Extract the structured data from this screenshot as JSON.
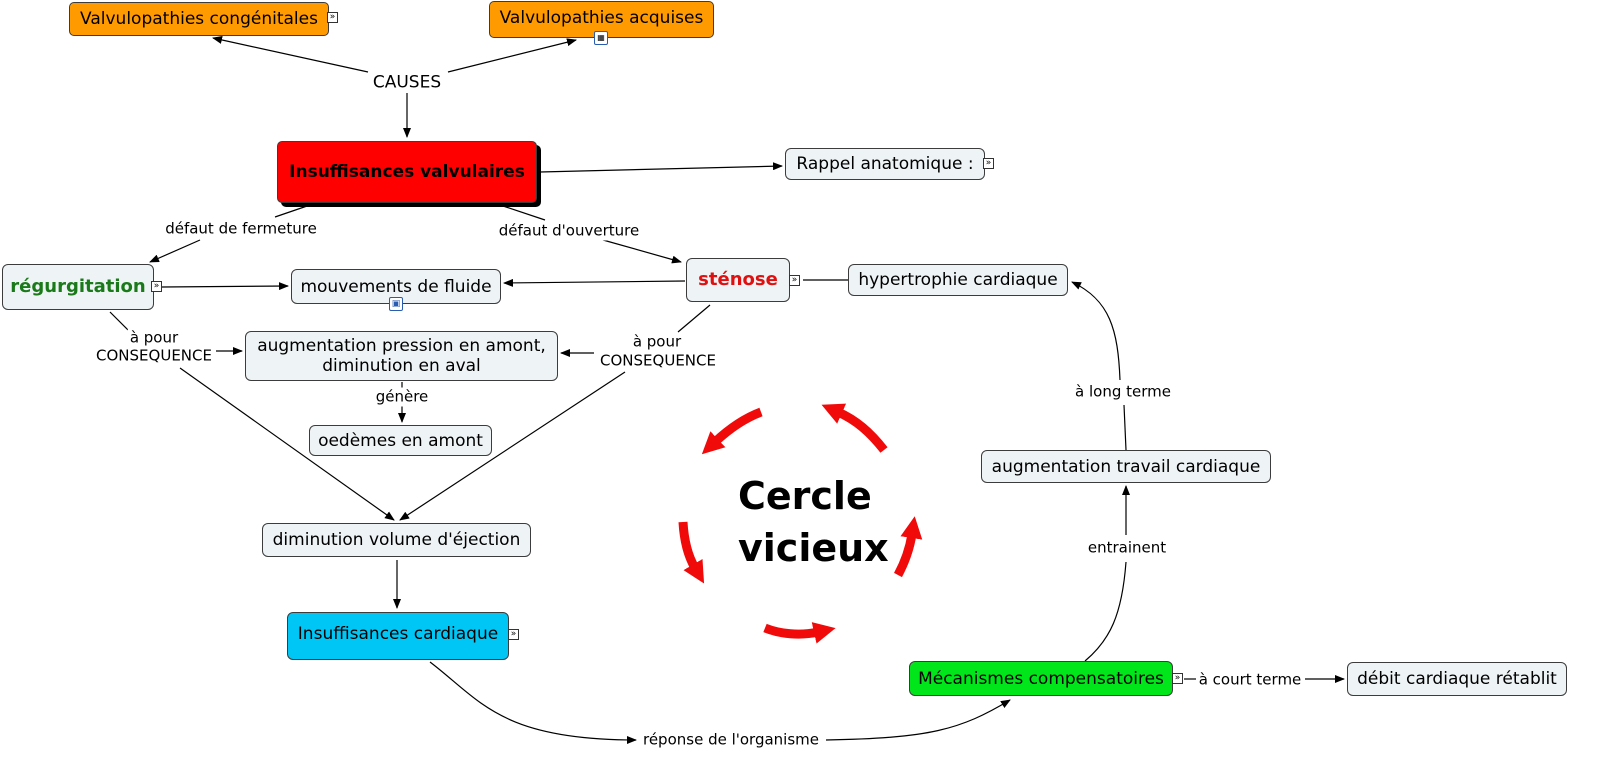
{
  "title": "Insuffisances valvulaires",
  "nodes": {
    "congenitales": "Valvulopathies congénitales",
    "acquises": "Valvulopathies acquises",
    "causes": "CAUSES",
    "insuffisances": "Insuffisances valvulaires",
    "rappel": "Rappel anatomique :",
    "regurgitation": "régurgitation",
    "mouvements": "mouvements de fluide",
    "stenose": "sténose",
    "hypertrophie": "hypertrophie cardiaque",
    "augmentation_pression": "augmentation pression en amont, diminution en aval",
    "oedemes": "oedèmes en amont",
    "diminution": "diminution volume d'éjection",
    "insuff_cardiaque": "Insuffisances cardiaque",
    "augmentation_travail": "augmentation travail cardiaque",
    "mecanismes": "Mécanismes compensatoires",
    "debit": "débit cardiaque rétablit",
    "cercle_line1": "Cercle",
    "cercle_line2": "vicieux"
  },
  "links": {
    "defaut_fermeture": "défaut de fermeture",
    "defaut_ouverture": "défaut d'ouverture",
    "a_pour_1": "à pour",
    "consequence_1": "CONSEQUENCE",
    "a_pour_2": "à pour",
    "consequence_2": "CONSEQUENCE",
    "genere": "génère",
    "long_terme": "à long terme",
    "entrainent": "entrainent",
    "court_terme": "à court terme",
    "reponse": "réponse de l'organisme"
  },
  "colors": {
    "orange": "#ff9a00",
    "red": "#ff0000",
    "cyan": "#00c6f5",
    "green": "#00e61a",
    "regurgitation_text": "#1a7a1a",
    "stenose_text": "#e01010",
    "node_bg": "#eef3f5"
  },
  "icons": {
    "expand": "expand-icon",
    "submap": "submap-icon",
    "image": "image-icon"
  }
}
